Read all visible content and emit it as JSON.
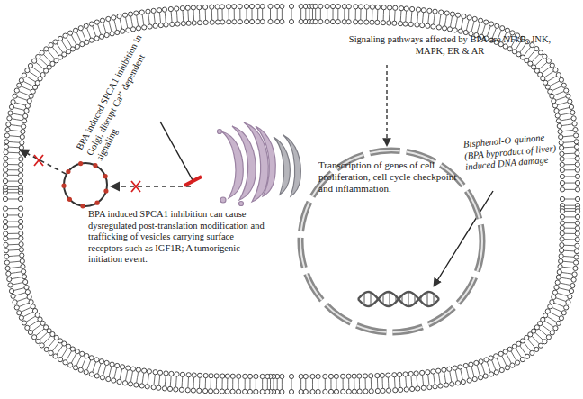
{
  "diagram": {
    "nodes": [
      {
        "text": [
          "Transcription of genes of cell proliferation, cell cycle checkpoint and inflammation."
        ]
      }
    ],
    "labels": [
      "Signaling pathways affected by BPA are NFkB, JNK, MAPK, ER & AR",
      "BPA induced SPCA1 inhibition in Golgi, disrupt Ca²⁺ dependent signaling",
      "BPA induced SPCA1 inhibition can cause dysregulated post-translation modification and trafficking of vesicles carrying surface receptors such as IGF1R; A tumorigenic initiation event.",
      "Bisphenol-O-quinone (BPA byproduct of liver) induced DNA damage"
    ]
  }
}
